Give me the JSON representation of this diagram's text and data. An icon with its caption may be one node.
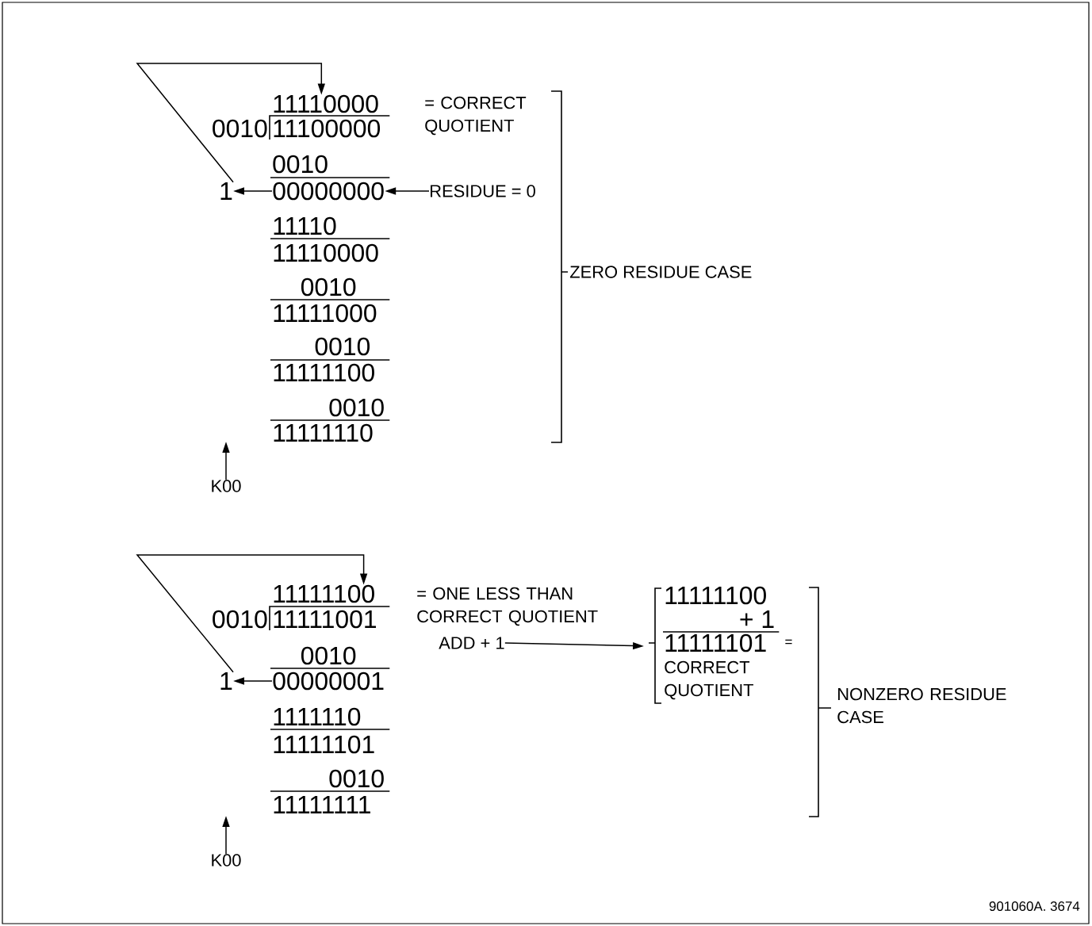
{
  "diagram": {
    "nodes": [
      {
        "text": [
          "1"
        ]
      },
      {
        "text": [
          "11110000"
        ]
      },
      {
        "text": [
          "00000000"
        ]
      },
      {
        "text": [
          "RESIDUE = 0"
        ]
      },
      {
        "text": [
          "K00"
        ]
      },
      {
        "text": [
          "1"
        ]
      },
      {
        "text": [
          "11111100"
        ]
      },
      {
        "text": [
          "00000001"
        ]
      },
      {
        "text": [
          "ADD + 1"
        ]
      },
      {
        "text": [
          "11111100",
          "+ 1",
          "11111101",
          "CORRECT QUOTIENT"
        ],
        "beside": [
          "="
        ]
      },
      {
        "text": [
          "K00"
        ]
      }
    ],
    "edges": [
      {
        "from": 2,
        "to": 0,
        "arrow": "to"
      },
      {
        "from": 0,
        "to": 1,
        "arrow": "to"
      },
      {
        "from": 3,
        "to": 2,
        "arrow": "to"
      },
      {
        "from": 4,
        "to": null,
        "arrow": "to"
      },
      {
        "from": 7,
        "to": 5,
        "arrow": "to"
      },
      {
        "from": 5,
        "to": 6,
        "arrow": "to"
      },
      {
        "from": 8,
        "to": 9,
        "arrow": "to"
      },
      {
        "from": 10,
        "to": null,
        "arrow": "to"
      }
    ],
    "labels": [
      "= CORRECT QUOTIENT",
      "0010",
      "11100000",
      "0010",
      "11110",
      "11110000",
      "0010",
      "11111000",
      "0010",
      "11111100",
      "0010",
      "11111110",
      "ZERO RESIDUE CASE",
      "= ONE LESS THAN CORRECT QUOTIENT",
      "0010",
      "11111001",
      "0010",
      "1111110",
      "11111101",
      "0010",
      "11111111",
      "NONZERO RESIDUE CASE",
      "901060A. 3674"
    ]
  }
}
